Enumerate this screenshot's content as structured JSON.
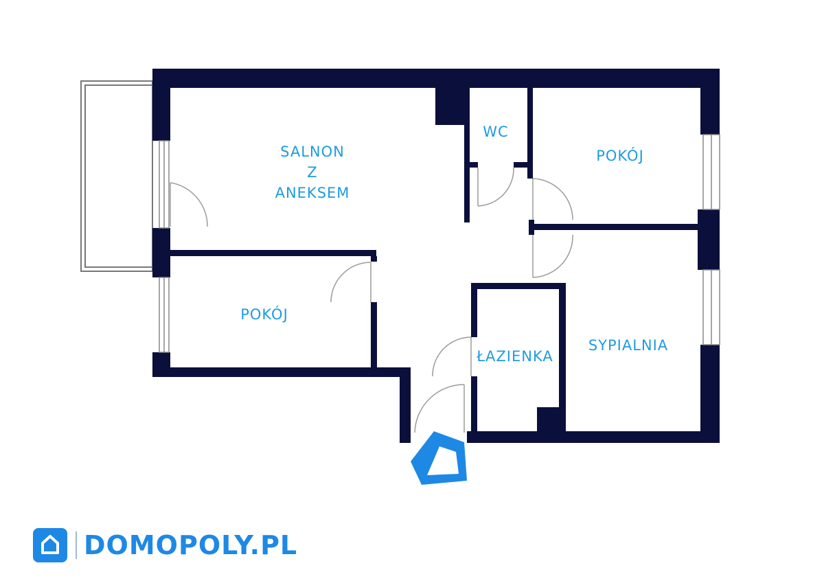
{
  "rooms": {
    "living_line1": "SALNON",
    "living_line2": "Z",
    "living_line3": "ANEKSEM",
    "wc": "WC",
    "room_top_right": "POKÓJ",
    "room_left": "POKÓJ",
    "bathroom": "ŁAZIENKA",
    "bedroom": "SYPIALNIA"
  },
  "brand": {
    "name": "DOMOPOLY.PL",
    "color": "#1e88e5"
  },
  "colors": {
    "wall": "#0b0f3c",
    "label": "#1e9be0",
    "entrance": "#1e88e5"
  }
}
